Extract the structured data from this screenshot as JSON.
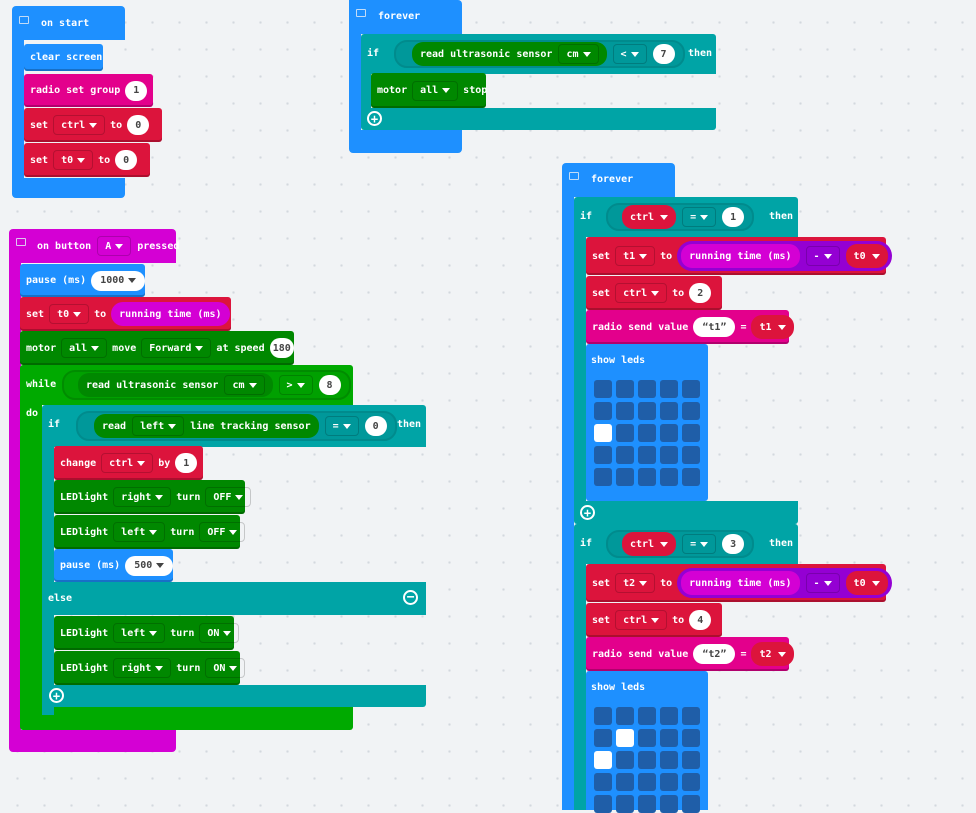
{
  "on_start": {
    "header": "on start",
    "clear_screen": "clear screen",
    "radio_set_group": "radio set group",
    "group_value": "1",
    "set_label": "set",
    "to_label": "to",
    "var_ctrl": "ctrl",
    "ctrl_value": "0",
    "var_t0": "t0",
    "t0_value": "0"
  },
  "forever1": {
    "header": "forever",
    "if_label": "if",
    "read_sensor": "read ultrasonic sensor",
    "unit": "cm",
    "op": "<",
    "value": "7",
    "then_label": "then",
    "motor_label": "motor",
    "motor_target": "all",
    "stop_label": "stop"
  },
  "on_button": {
    "on_label": "on button",
    "button": "A",
    "pressed_label": "pressed",
    "pause_label": "pause (ms)",
    "pause_value": "1000",
    "set_label": "set",
    "var_t0": "t0",
    "to_label": "to",
    "running_time": "running time (ms)",
    "motor_label": "motor",
    "motor_target": "all",
    "move_label": "move",
    "direction": "Forward",
    "at_speed_label": "at speed",
    "speed_value": "180",
    "while_label": "while",
    "do_label": "do",
    "read_sensor": "read ultrasonic sensor",
    "unit": "cm",
    "while_op": ">",
    "while_value": "8",
    "if_label": "if",
    "read_label": "read",
    "side_left": "left",
    "side_right": "right",
    "line_tracking": "line tracking sensor",
    "eq_op": "=",
    "if_value": "0",
    "then_label": "then",
    "change_label": "change",
    "var_ctrl": "ctrl",
    "by_label": "by",
    "change_value": "1",
    "ledlight_label": "LEDlight",
    "turn_label": "turn",
    "off_state": "OFF",
    "on_state": "ON",
    "pause2_value": "500",
    "else_label": "else"
  },
  "forever2": {
    "header": "forever",
    "if_label": "if",
    "var_ctrl": "ctrl",
    "eq_op": "=",
    "cond1_value": "1",
    "cond2_value": "3",
    "then_label": "then",
    "set_label": "set",
    "to_label": "to",
    "var_t1": "t1",
    "var_t2": "t2",
    "var_t0": "t0",
    "running_time": "running time (ms)",
    "minus_op": "-",
    "ctrl_value2": "2",
    "ctrl_value4": "4",
    "radio_send_value": "radio send value",
    "name_t1": "t1",
    "name_t2": "t2",
    "show_leds": "show leds",
    "leds1": [
      0,
      0,
      0,
      0,
      0,
      0,
      0,
      0,
      0,
      0,
      1,
      0,
      0,
      0,
      0,
      0,
      0,
      0,
      0,
      0,
      0,
      0,
      0,
      0,
      0
    ],
    "leds2": [
      0,
      0,
      0,
      0,
      0,
      0,
      1,
      0,
      0,
      0,
      1,
      0,
      0,
      0,
      0,
      0,
      0,
      0,
      0,
      0,
      0,
      0,
      0,
      0,
      0
    ]
  },
  "colors": {
    "basic": "#1e90ff",
    "radio": "#e3008c",
    "variables": "#dc143c",
    "logic": "#00a4a6",
    "loops": "#00aa00",
    "input": "#d400d4",
    "robot": "#008800",
    "math": "#9400d3",
    "led_off": "#1f5ea8",
    "led_on": "#ffffff"
  }
}
